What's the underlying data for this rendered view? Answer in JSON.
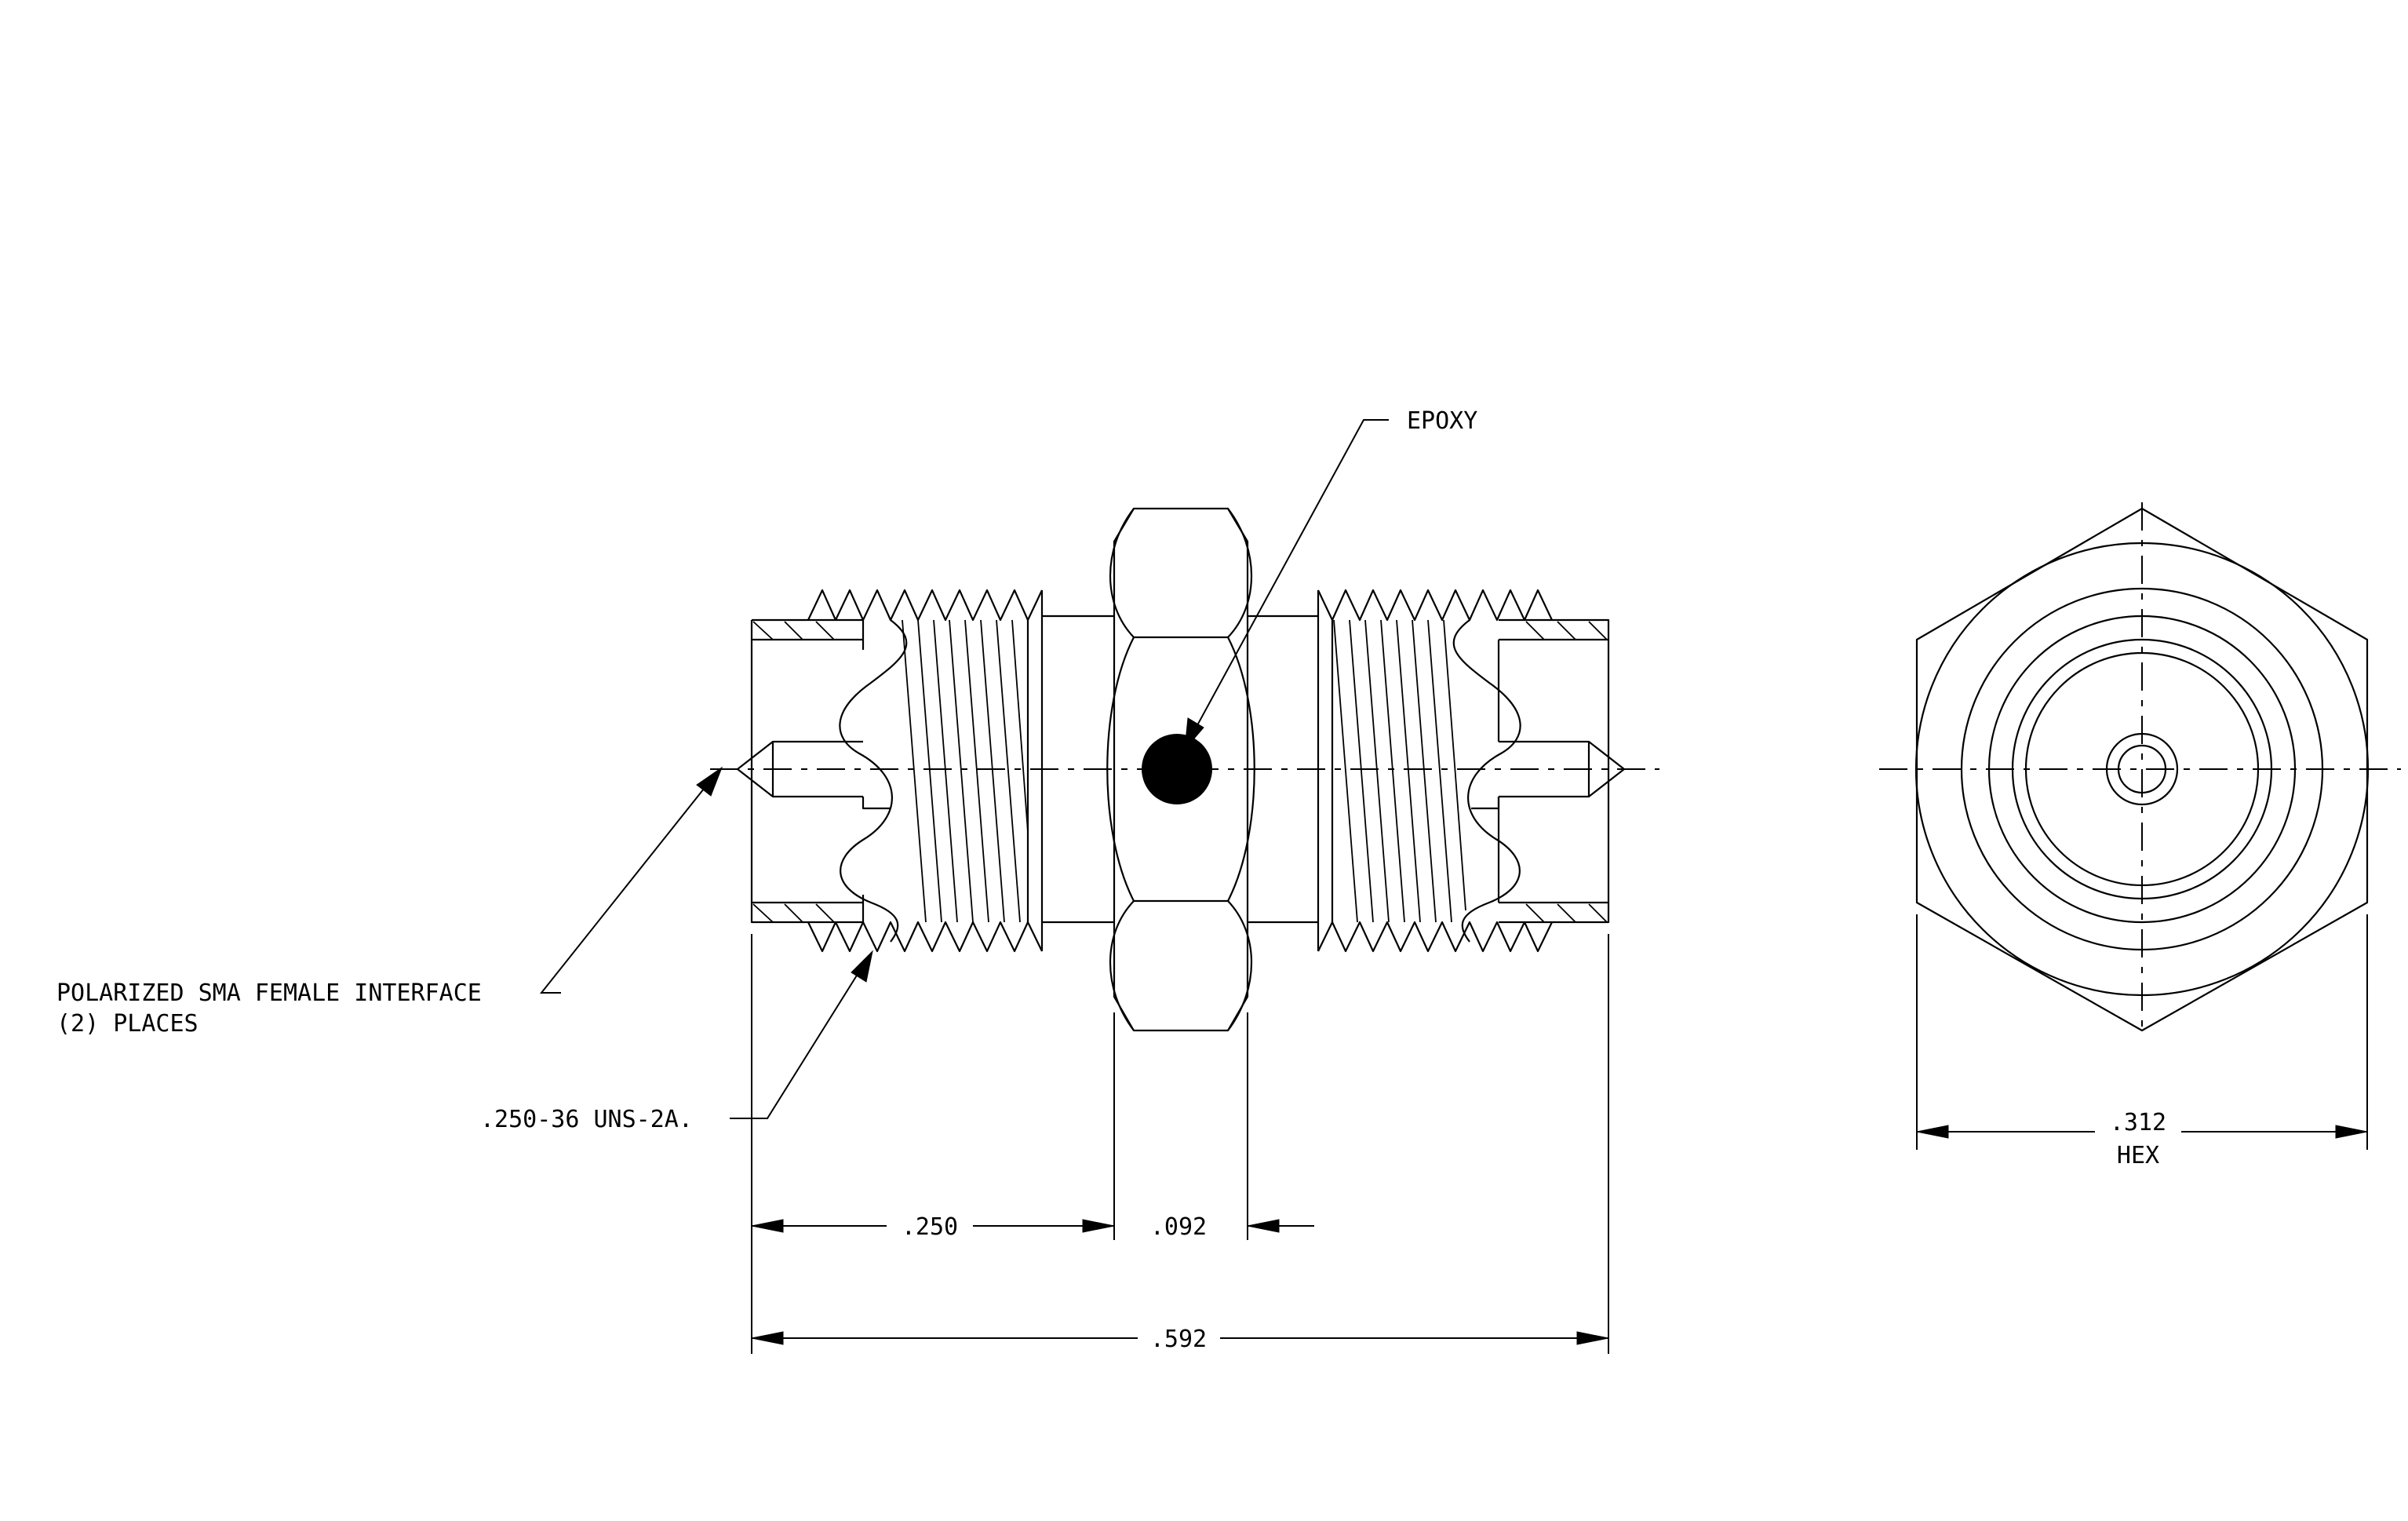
{
  "labels": {
    "epoxy": "EPOXY",
    "interface_line1": "POLARIZED SMA FEMALE INTERFACE",
    "interface_line2": "(2)  PLACES",
    "thread": ".250-36 UNS-2A.",
    "dim_250": ".250",
    "dim_092": ".092",
    "dim_592": ".592",
    "dim_312": ".312",
    "hex": "HEX"
  }
}
